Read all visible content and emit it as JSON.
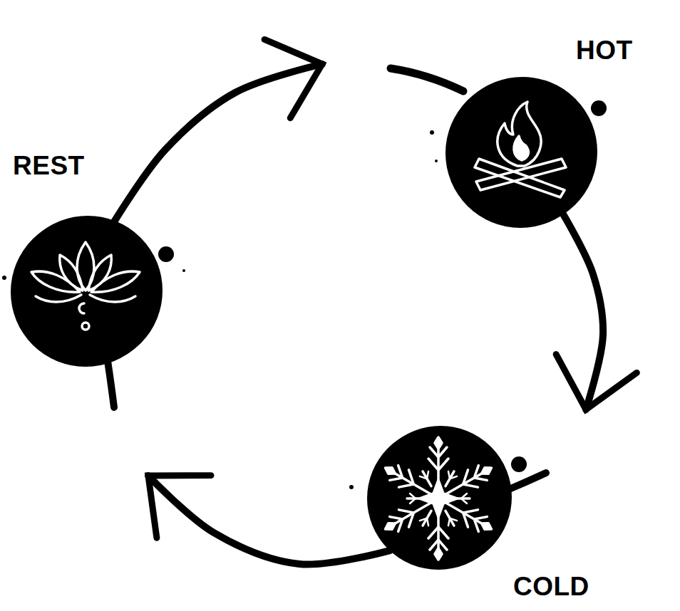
{
  "diagram": {
    "nodes": [
      {
        "text": [
          "HOT"
        ]
      },
      {
        "text": [
          "REST"
        ]
      },
      {
        "text": [
          "COLD"
        ]
      }
    ],
    "edges": [
      {
        "from": 0,
        "to": 2,
        "arrow": "to"
      },
      {
        "from": 2,
        "to": 1,
        "arrow": "to"
      },
      {
        "from": 1,
        "to": 0,
        "arrow": "to"
      }
    ]
  }
}
